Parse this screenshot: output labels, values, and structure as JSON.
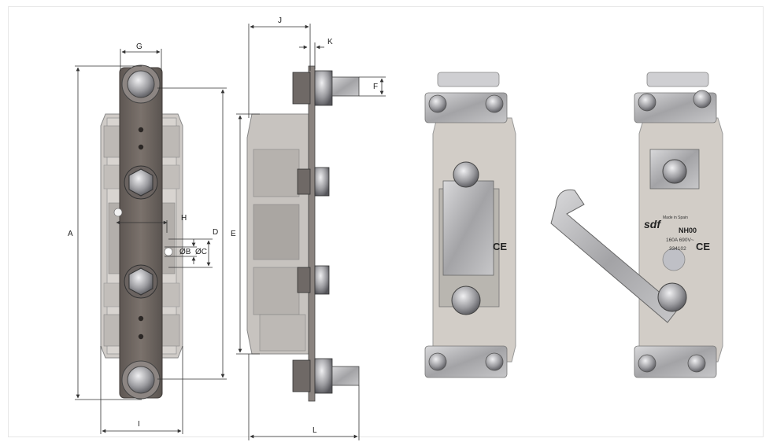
{
  "dimensions": {
    "A": "A",
    "B": "ØB",
    "C": "ØC",
    "D": "D",
    "E": "E",
    "F": "F",
    "G": "G",
    "H": "H",
    "I": "I",
    "J": "J",
    "K": "K",
    "L": "L"
  },
  "product_label": {
    "brand": "sdf",
    "model": "NH00",
    "rating": "160A   690V~",
    "code": "334102",
    "origin": "Made in Spain",
    "ce_mark": "CE"
  },
  "colors": {
    "metal_dark": "#6e6661",
    "plastic": "#c9c6c2",
    "steel": "#a9a9ab",
    "dimension_line": "#333333"
  }
}
